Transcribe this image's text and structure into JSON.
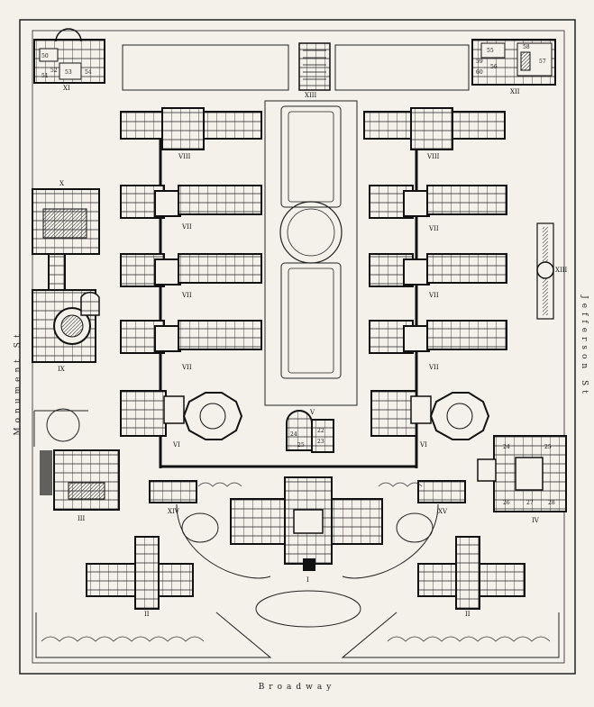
{
  "streets": {
    "bottom": "Broadway",
    "left": "Monument St",
    "right": "Jefferson St"
  },
  "buildings": [
    {
      "id": "I",
      "label": "I"
    },
    {
      "id": "II-left",
      "label": "II"
    },
    {
      "id": "II-right",
      "label": "II"
    },
    {
      "id": "III",
      "label": "III"
    },
    {
      "id": "IV",
      "label": "IV"
    },
    {
      "id": "V",
      "label": "V"
    },
    {
      "id": "VI-left",
      "label": "VI"
    },
    {
      "id": "VI-right",
      "label": "VI"
    },
    {
      "id": "VII-left-1",
      "label": "VII"
    },
    {
      "id": "VII-left-2",
      "label": "VII"
    },
    {
      "id": "VII-left-3",
      "label": "VII"
    },
    {
      "id": "VII-right-1",
      "label": "VII"
    },
    {
      "id": "VII-right-2",
      "label": "VII"
    },
    {
      "id": "VII-right-3",
      "label": "VII"
    },
    {
      "id": "VIII-left",
      "label": "VIII"
    },
    {
      "id": "VIII-right",
      "label": "VIII"
    },
    {
      "id": "IX",
      "label": "IX"
    },
    {
      "id": "X",
      "label": "X"
    },
    {
      "id": "XI",
      "label": "XI"
    },
    {
      "id": "XII",
      "label": "XII"
    },
    {
      "id": "XIII-left",
      "label": "XIII"
    },
    {
      "id": "XIII-right",
      "label": "XIII"
    },
    {
      "id": "XIV",
      "label": "XIV"
    },
    {
      "id": "XV",
      "label": "XV"
    }
  ],
  "room_numbers": {
    "XI": [
      "50",
      "51",
      "52",
      "53",
      "54"
    ],
    "XII": [
      "55",
      "56",
      "57",
      "58",
      "59",
      "60"
    ],
    "IV": [
      "24",
      "25",
      "26",
      "27",
      "28"
    ],
    "V": [
      "22",
      "23",
      "24",
      "25"
    ]
  },
  "colors": {
    "paper": "#f3f1ea",
    "ink": "#1a1a1a"
  }
}
